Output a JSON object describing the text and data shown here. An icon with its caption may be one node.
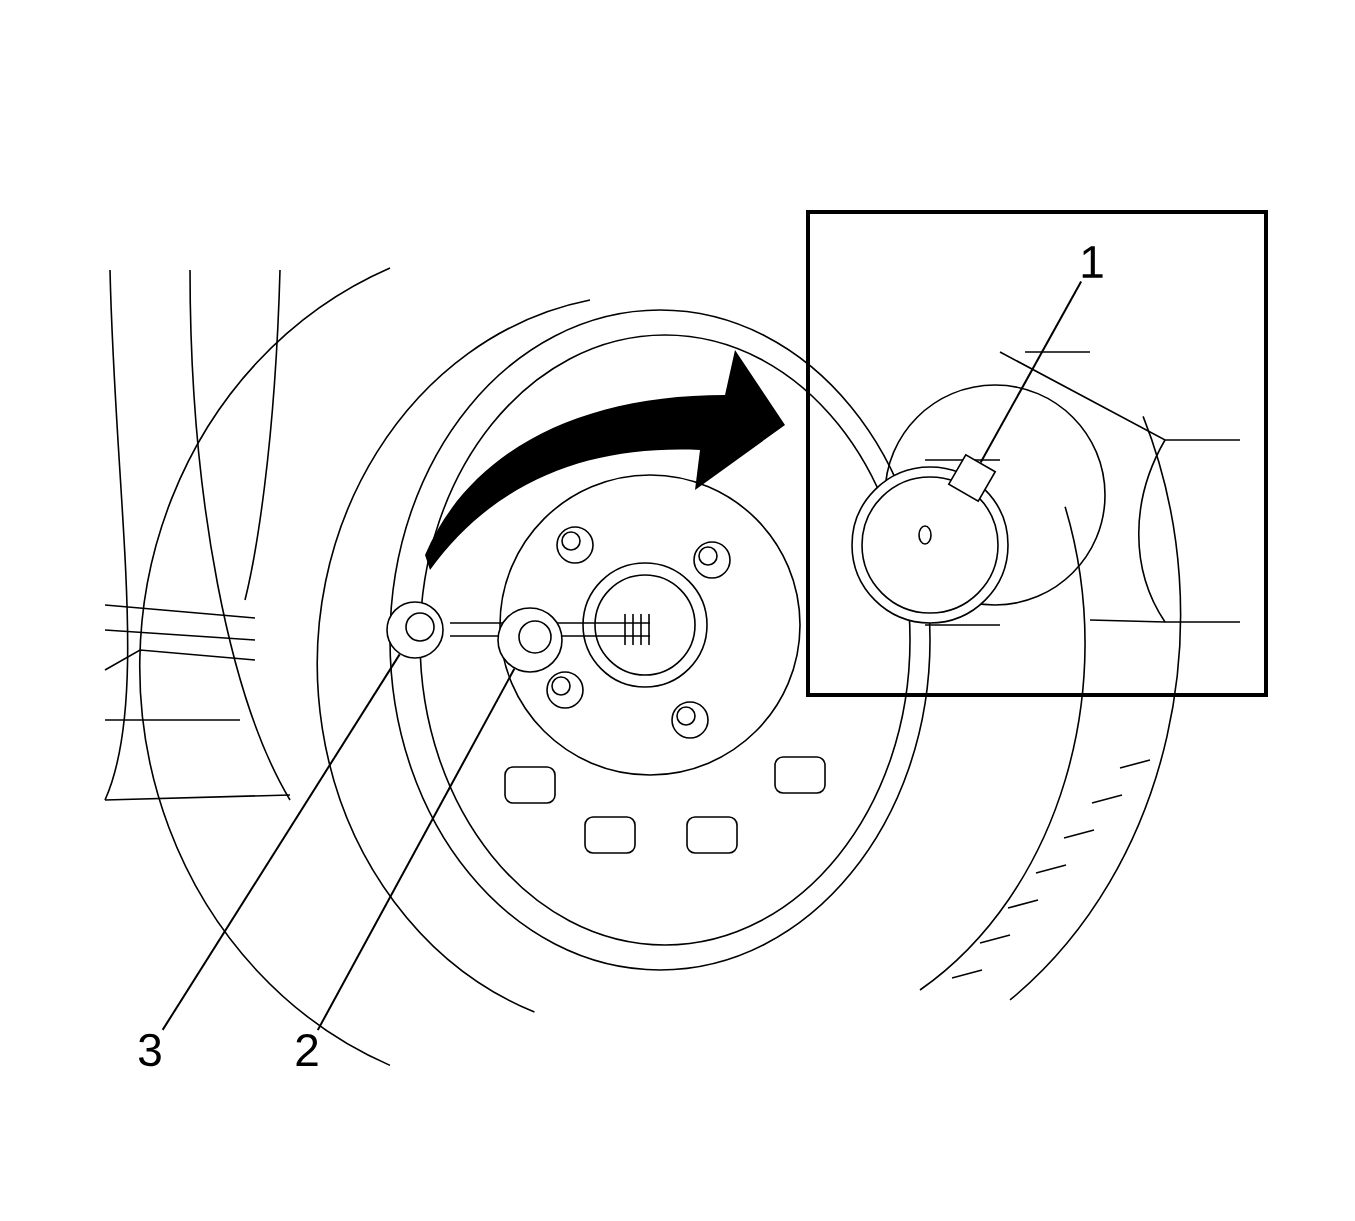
{
  "diagram": {
    "nodes": [
      {
        "text": [
          "1"
        ]
      },
      {
        "text": [],
        "shape": "circle"
      },
      {
        "text": [
          "2"
        ]
      },
      {
        "text": [],
        "shape": "circle"
      },
      {
        "text": [
          "3"
        ]
      },
      {
        "text": [],
        "shape": "picture"
      }
    ],
    "edges": [
      {
        "from": 0,
        "to": 5,
        "arrow": "none"
      },
      {
        "from": 2,
        "to": 3,
        "arrow": "none"
      },
      {
        "from": 4,
        "to": 1,
        "arrow": "none"
      }
    ]
  }
}
